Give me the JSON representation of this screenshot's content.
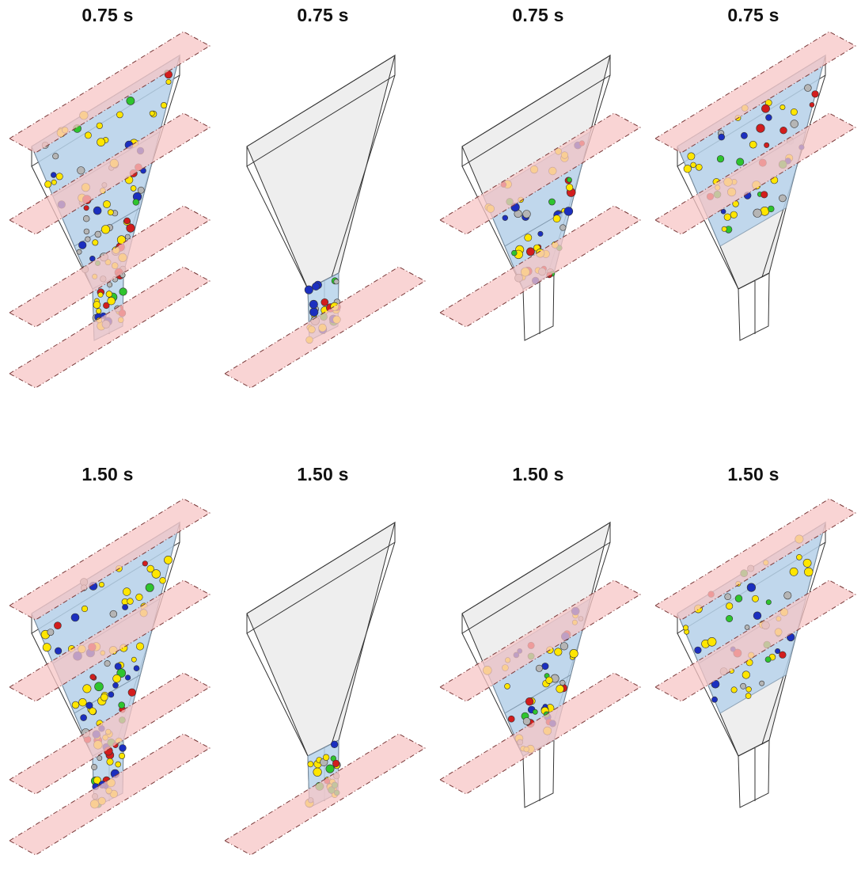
{
  "panels": [
    {
      "time": "0.75 s",
      "visible_sections": [
        "top",
        "upper",
        "lower",
        "outlet"
      ]
    },
    {
      "time": "0.75 s",
      "visible_sections": [
        "outlet"
      ]
    },
    {
      "time": "0.75 s",
      "visible_sections": [
        "upper",
        "lower"
      ]
    },
    {
      "time": "0.75 s",
      "visible_sections": [
        "top",
        "upper"
      ]
    },
    {
      "time": "1.50 s",
      "visible_sections": [
        "top",
        "upper",
        "lower",
        "outlet"
      ]
    },
    {
      "time": "1.50 s",
      "visible_sections": [
        "outlet"
      ]
    },
    {
      "time": "1.50 s",
      "visible_sections": [
        "upper",
        "lower"
      ]
    },
    {
      "time": "1.50 s",
      "visible_sections": [
        "top",
        "upper"
      ]
    }
  ],
  "colors": {
    "plane_fill": "#f7c6c6",
    "plane_edge": "#7a3a3a",
    "hopper_fill": "#eeeeee",
    "hopper_edge": "#333333",
    "particle_fill": "#b8d4ec",
    "particle_edge": "#7f97ad",
    "tracer_colors": [
      "#ffe600",
      "#ffe600",
      "#ffe600",
      "#2ec42e",
      "#d21d1d",
      "#1b2fbf",
      "#b5b5b5"
    ]
  }
}
